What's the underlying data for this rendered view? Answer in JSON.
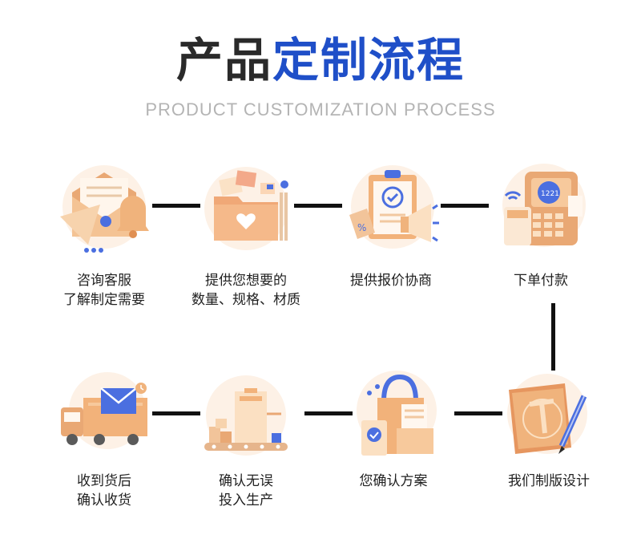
{
  "header": {
    "title_part1": "产品",
    "title_part2": "定制流程",
    "subtitle": "PRODUCT CUSTOMIZATION PROCESS"
  },
  "steps": [
    {
      "id": "consult",
      "lines": [
        "咨询客服",
        "了解制定需要"
      ],
      "icon": "envelope-bell-icon"
    },
    {
      "id": "provide-specs",
      "lines": [
        "提供您想要的",
        "数量、规格、材质"
      ],
      "icon": "folder-photos-icon"
    },
    {
      "id": "quote",
      "lines": [
        "提供报价协商"
      ],
      "icon": "clipboard-megaphone-icon"
    },
    {
      "id": "payment",
      "lines": [
        "下单付款"
      ],
      "icon": "pos-terminal-icon"
    },
    {
      "id": "design",
      "lines": [
        "我们制版设计"
      ],
      "icon": "blueprint-pen-icon"
    },
    {
      "id": "confirm-plan",
      "lines": [
        "您确认方案"
      ],
      "icon": "shopping-bag-doc-icon"
    },
    {
      "id": "production",
      "lines": [
        "确认无误",
        "投入生产"
      ],
      "icon": "production-line-icon"
    },
    {
      "id": "delivery",
      "lines": [
        "收到货后",
        "确认收货"
      ],
      "icon": "delivery-truck-icon"
    }
  ],
  "colors": {
    "title_accent": "#1f4fc8",
    "icon_orange": "#f2b27a",
    "icon_blue": "#4b6fe0",
    "connector": "#111111"
  }
}
